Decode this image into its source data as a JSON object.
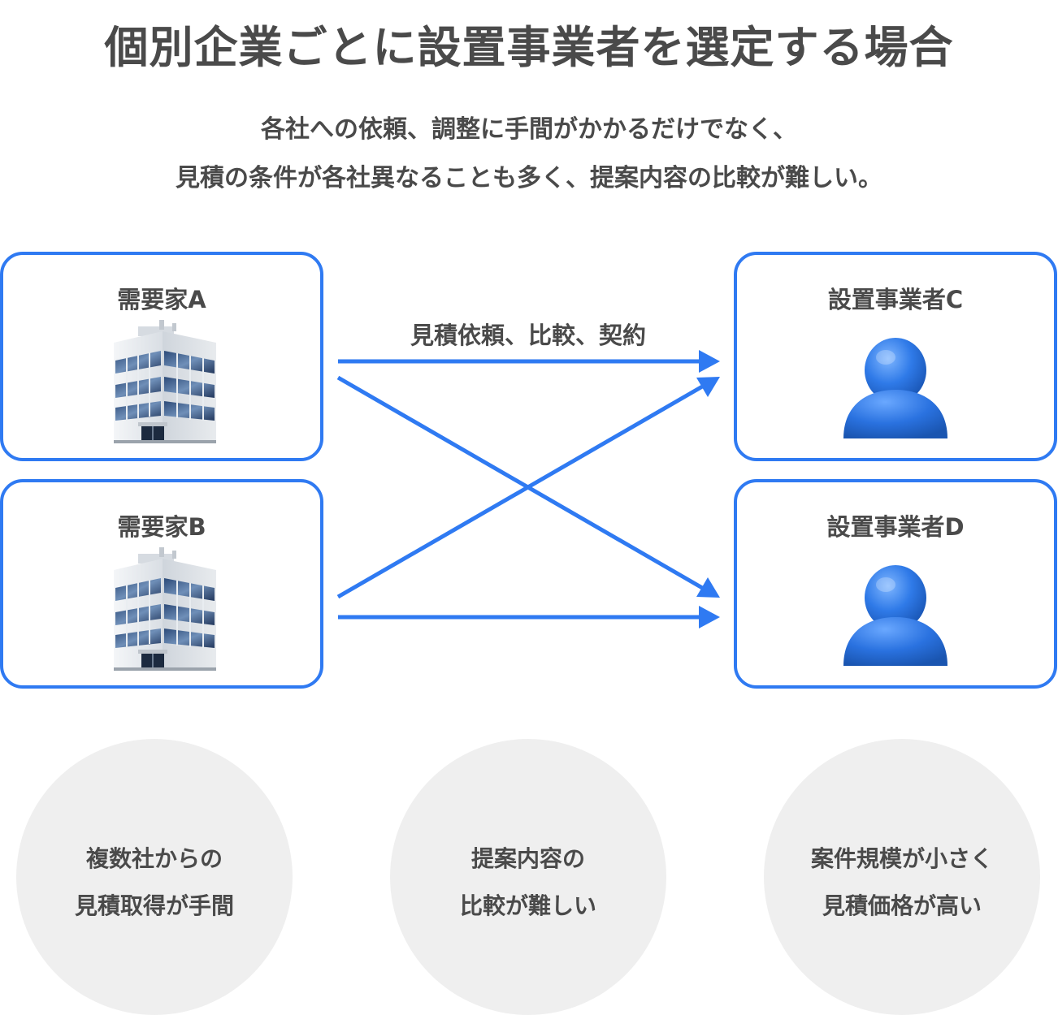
{
  "title": "個別企業ごとに設置事業者を選定する場合",
  "subtitle": {
    "line1": "各社への依頼、調整に手間がかかるだけでなく、",
    "line2": "見積の条件が各社異なることも多く、提案内容の比較が難しい。"
  },
  "demanders": [
    {
      "label": "需要家A",
      "icon": "office-building-icon"
    },
    {
      "label": "需要家B",
      "icon": "office-building-icon"
    }
  ],
  "installers": [
    {
      "label": "設置事業者C",
      "icon": "person-icon"
    },
    {
      "label": "設置事業者D",
      "icon": "person-icon"
    }
  ],
  "flow_label": "見積依頼、比較、契約",
  "issues": [
    {
      "line1": "複数社からの",
      "line2": "見積取得が手間"
    },
    {
      "line1": "提案内容の",
      "line2": "比較が難しい"
    },
    {
      "line1": "案件規模が小さく",
      "line2": "見積価格が高い"
    }
  ],
  "colors": {
    "accent": "#2f7af2",
    "text": "#4a4a4a",
    "circle": "#efefef",
    "person": "#2a6fd6"
  }
}
